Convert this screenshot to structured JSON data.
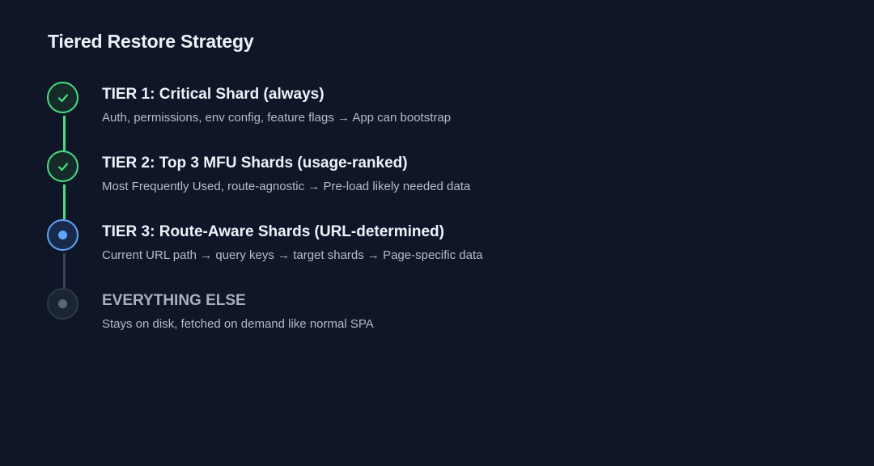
{
  "title": "Tiered Restore Strategy",
  "colors": {
    "background": "#0f1628",
    "done": "#4ade80",
    "active": "#60a5fa",
    "pending": "#5a6577"
  },
  "tiers": [
    {
      "title": "TIER 1: Critical Shard (always)",
      "description": "Auth, permissions, env config, feature flags → App can bootstrap",
      "status": "done",
      "icon": "check-icon"
    },
    {
      "title": "TIER 2: Top 3 MFU Shards (usage-ranked)",
      "description": "Most Frequently Used, route-agnostic → Pre-load likely needed data",
      "status": "done",
      "icon": "check-icon"
    },
    {
      "title": "TIER 3: Route-Aware Shards (URL-determined)",
      "description": "Current URL path → query keys → target shards → Page-specific data",
      "status": "active",
      "icon": "active-dot-icon"
    },
    {
      "title": "EVERYTHING ELSE",
      "description": "Stays on disk, fetched on demand like normal SPA",
      "status": "pending",
      "icon": "pending-dot-icon"
    }
  ]
}
